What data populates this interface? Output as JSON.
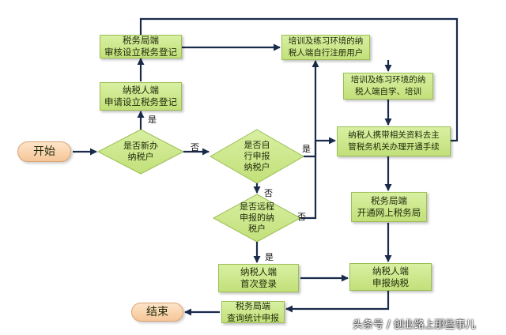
{
  "nodes": {
    "start": "开始",
    "end": "结束",
    "tax_review": "税务局端\n审核设立税务登记",
    "taxpayer_apply": "纳税人端\n申请设立税务登记",
    "is_new": "是否新办\n纳税户",
    "is_self": "是否自\n行申报\n纳税户",
    "is_remote": "是否远程\n申报的纳\n税户",
    "train_register": "培训及练习环境的纳\n税人端自行注册用户",
    "train_study": "培训及练习环境的纳\n税人端自学、培训",
    "bring_docs": "纳税人携带相关资料去主\n管税务机关办理开通手续",
    "open_online": "税务局端\n开通网上税务局",
    "first_login": "纳税人端\n首次登录",
    "declare": "纳税人端\n申报纳税",
    "query_stats": "税务局端\n查询统计申报"
  },
  "labels": {
    "yes_new": "是",
    "no_new": "否",
    "yes_self": "是",
    "no_self": "否",
    "no_remote": "否",
    "yes_remote": "是"
  },
  "watermark": "头条号 / 创业路上那些事儿",
  "colors": {
    "box_fill": "#c9e68a",
    "terminal_fill": "#f9d3ad",
    "arrow": "#1a2a4a"
  }
}
